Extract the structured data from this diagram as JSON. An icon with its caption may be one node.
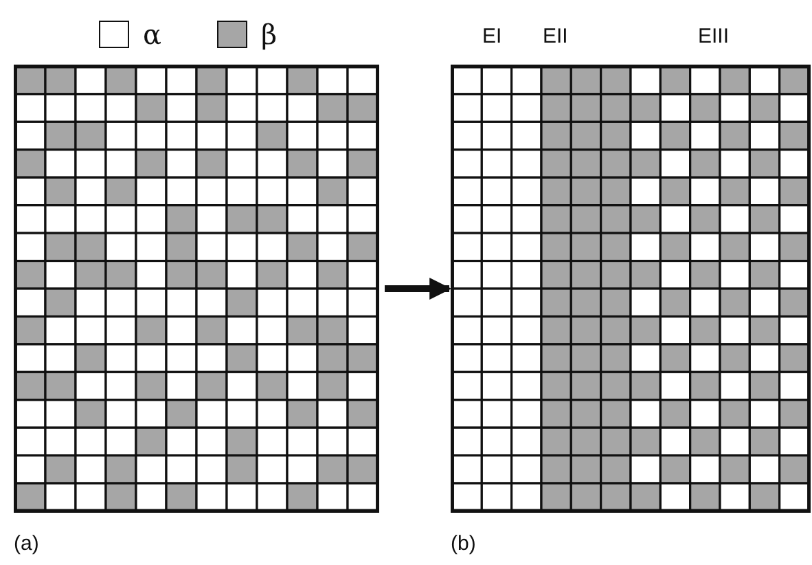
{
  "diagram": {
    "nodes": [
      {
        "text": [],
        "shape": "picture",
        "beside": [
          "(a)"
        ]
      },
      {
        "text": [],
        "shape": "picture",
        "beside": [
          "(b)"
        ]
      }
    ],
    "edges": [
      {
        "from": 0,
        "to": 1,
        "arrow": "to"
      }
    ],
    "labels": [
      "EI",
      "EII",
      "EIII"
    ],
    "legend": [
      {
        "text": "α",
        "color": "#ffffff"
      },
      {
        "text": "β",
        "color": "#a6a6a6"
      }
    ]
  }
}
